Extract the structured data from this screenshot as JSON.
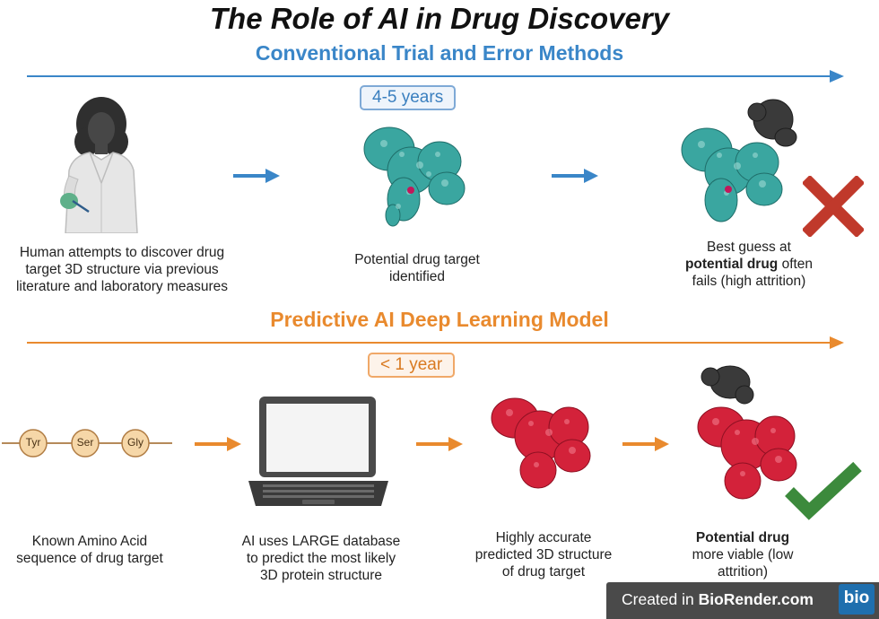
{
  "title": "The Role of AI in Drug Discovery",
  "sections": [
    {
      "heading": "Conventional Trial and Error Methods",
      "duration": "4-5 years",
      "steps": [
        {
          "caption_lines": [
            "Human attempts to discover drug",
            "target 3D structure via  previous",
            "literature and laboratory measures"
          ]
        },
        {
          "caption_lines": [
            "Potential drug target",
            "identified"
          ]
        },
        {
          "caption_lines": [
            "Best guess at",
            "",
            "fails (high attrition)"
          ],
          "bold": "potential drug",
          "after_bold": " often"
        }
      ],
      "outcome_icon": "x-mark-icon",
      "color": "#3a86c8"
    },
    {
      "heading": "Predictive AI Deep Learning Model",
      "duration": "< 1 year",
      "amino_acids": [
        "Tyr",
        "Ser",
        "Gly"
      ],
      "steps": [
        {
          "caption_lines": [
            "Known Amino Acid",
            "sequence of drug target"
          ]
        },
        {
          "caption_lines": [
            "AI uses LARGE database",
            "to predict the most likely",
            "3D protein structure"
          ]
        },
        {
          "caption_lines": [
            "Highly accurate",
            "predicted 3D structure",
            "of drug target"
          ]
        },
        {
          "bold": "Potential drug",
          "caption_lines": [
            "more viable (low",
            "attrition)"
          ]
        }
      ],
      "outcome_icon": "check-mark-icon",
      "color": "#e98a2e"
    }
  ],
  "footer": {
    "prefix": "Created in ",
    "brand": "BioRender.com",
    "logo": "bio"
  },
  "colors": {
    "protein_teal": "#3aa6a0",
    "protein_red": "#d3223a",
    "ligand": "#333333",
    "x_red": "#c0392b",
    "check_green": "#3c8a3c"
  }
}
